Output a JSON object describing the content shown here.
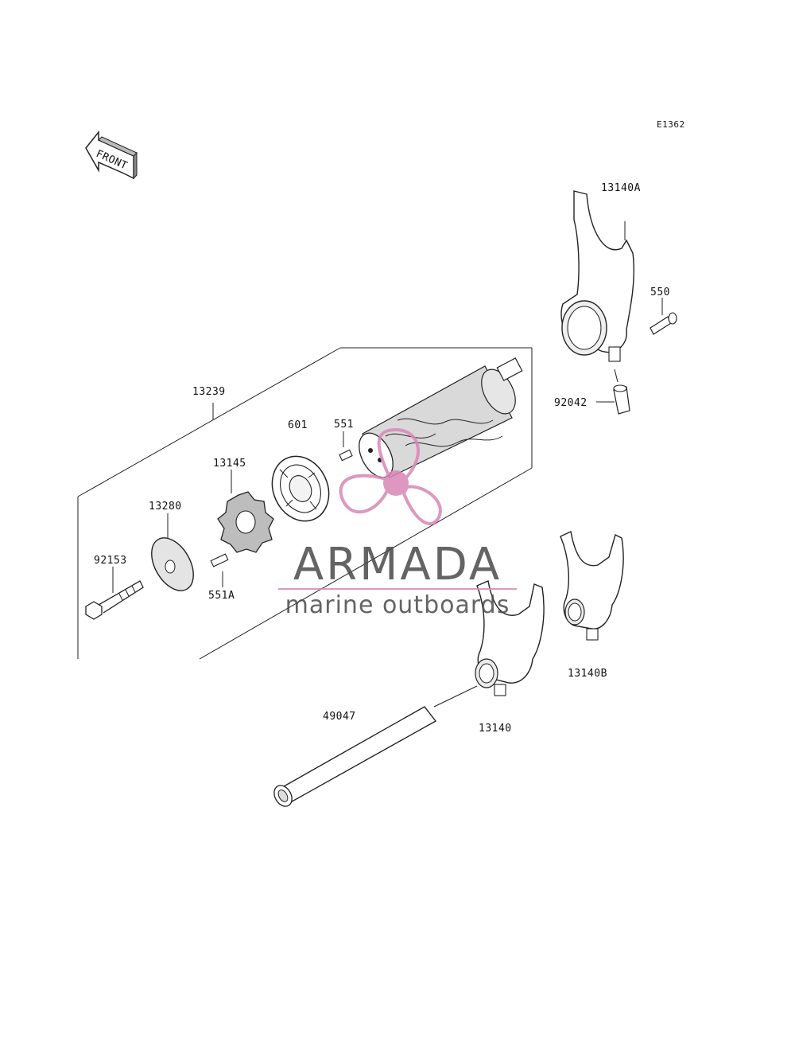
{
  "diagram": {
    "code": "E1362",
    "front_label": "FRONT"
  },
  "parts": {
    "p13140A": "13140A",
    "p550": "550",
    "p92042": "92042",
    "p13239": "13239",
    "p601": "601",
    "p551": "551",
    "p13145": "13145",
    "p13280": "13280",
    "p92153": "92153",
    "p551A": "551A",
    "p13140B": "13140B",
    "p49047": "49047",
    "p13140": "13140"
  },
  "watermark": {
    "title": "ARMADA",
    "subtitle": "marine outboards",
    "text_color": "#4a4a4a",
    "accent_color": "#d987b6"
  }
}
